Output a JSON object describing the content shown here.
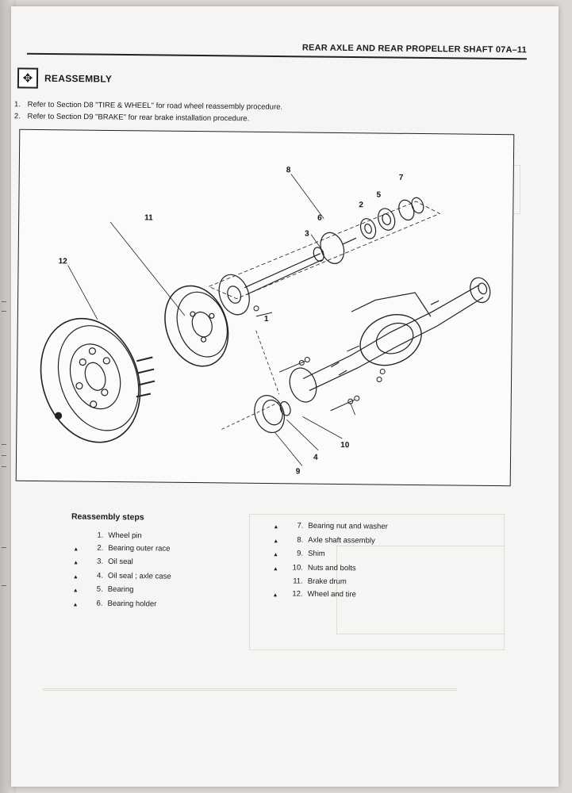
{
  "header": {
    "title": "REAR AXLE AND REAR PROPELLER SHAFT 07A–11"
  },
  "section": {
    "icon": "reassembly-tool-icon",
    "title": "REASSEMBLY"
  },
  "intro": [
    {
      "num": "1.",
      "text": "Refer to Section D8 \"TIRE & WHEEL\" for road wheel reassembly procedure."
    },
    {
      "num": "2.",
      "text": "Refer to Section D9 \"BRAKE\" for rear brake installation procedure."
    }
  ],
  "figure": {
    "callouts": [
      "1",
      "2",
      "3",
      "4",
      "5",
      "6",
      "7",
      "8",
      "9",
      "10",
      "11",
      "12"
    ]
  },
  "steps": {
    "title": "Reassembly steps",
    "left": [
      {
        "mark": "",
        "num": "1.",
        "label": "Wheel pin"
      },
      {
        "mark": "▲",
        "num": "2.",
        "label": "Bearing outer race"
      },
      {
        "mark": "▲",
        "num": "3.",
        "label": "Oil seal"
      },
      {
        "mark": "▲",
        "num": "4.",
        "label": "Oil seal ; axle case"
      },
      {
        "mark": "▲",
        "num": "5.",
        "label": "Bearing"
      },
      {
        "mark": "▲",
        "num": "6.",
        "label": "Bearing holder"
      }
    ],
    "right": [
      {
        "mark": "▲",
        "num": "7.",
        "label": "Bearing nut and washer"
      },
      {
        "mark": "▲",
        "num": "8.",
        "label": "Axle shaft assembly"
      },
      {
        "mark": "▲",
        "num": "9.",
        "label": "Shim"
      },
      {
        "mark": "▲",
        "num": "10.",
        "label": "Nuts and bolts"
      },
      {
        "mark": "",
        "num": "11.",
        "label": "Brake drum"
      },
      {
        "mark": "▲",
        "num": "12.",
        "label": "Wheel and tire"
      }
    ]
  }
}
